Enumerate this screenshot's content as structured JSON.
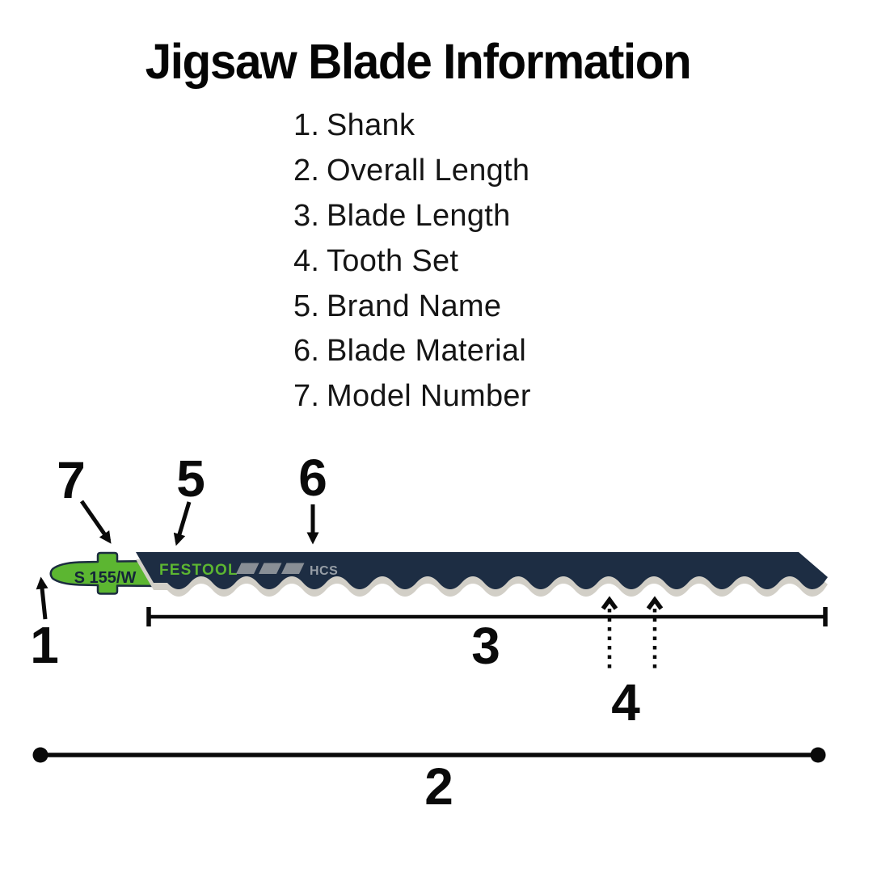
{
  "title": "Jigsaw Blade Information",
  "legend": {
    "items": [
      {
        "n": "1.",
        "label": "Shank"
      },
      {
        "n": "2.",
        "label": "Overall Length"
      },
      {
        "n": "3.",
        "label": "Blade Length"
      },
      {
        "n": "4.",
        "label": "Tooth Set"
      },
      {
        "n": "5.",
        "label": "Brand Name"
      },
      {
        "n": "6.",
        "label": "Blade Material"
      },
      {
        "n": "7.",
        "label": "Model Number"
      }
    ]
  },
  "blade": {
    "model_number": "S 155/W",
    "brand": "FESTOOL",
    "material": "HCS",
    "colors": {
      "shank_green": "#5cb631",
      "body_navy": "#1d2d43",
      "teeth_gray": "#d2cfc7",
      "stripe_gray": "#898f96",
      "material_gray": "#979ea6",
      "model_text_navy": "#142439",
      "annotation_black": "#0a0a0a"
    }
  },
  "callouts": {
    "shank": "1",
    "overall_length": "2",
    "blade_length": "3",
    "tooth_set": "4",
    "brand_name": "5",
    "blade_material": "6",
    "model_number": "7"
  }
}
